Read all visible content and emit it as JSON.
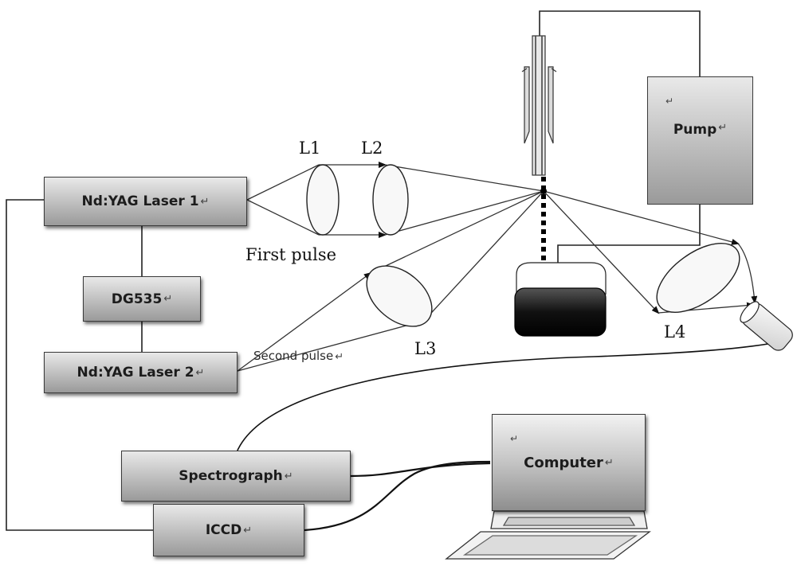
{
  "components": {
    "laser1": "Nd:YAG Laser 1",
    "laser2": "Nd:YAG Laser 2",
    "delay_generator": "DG535",
    "pump": "Pump",
    "spectrograph": "Spectrograph",
    "iccd": "ICCD",
    "computer": "Computer"
  },
  "lenses": {
    "l1": "L1",
    "l2": "L2",
    "l3": "L3",
    "l4": "L4"
  },
  "beam_labels": {
    "first_pulse": "First pulse",
    "second_pulse": "Second pulse"
  },
  "paragraph_mark": "↵"
}
